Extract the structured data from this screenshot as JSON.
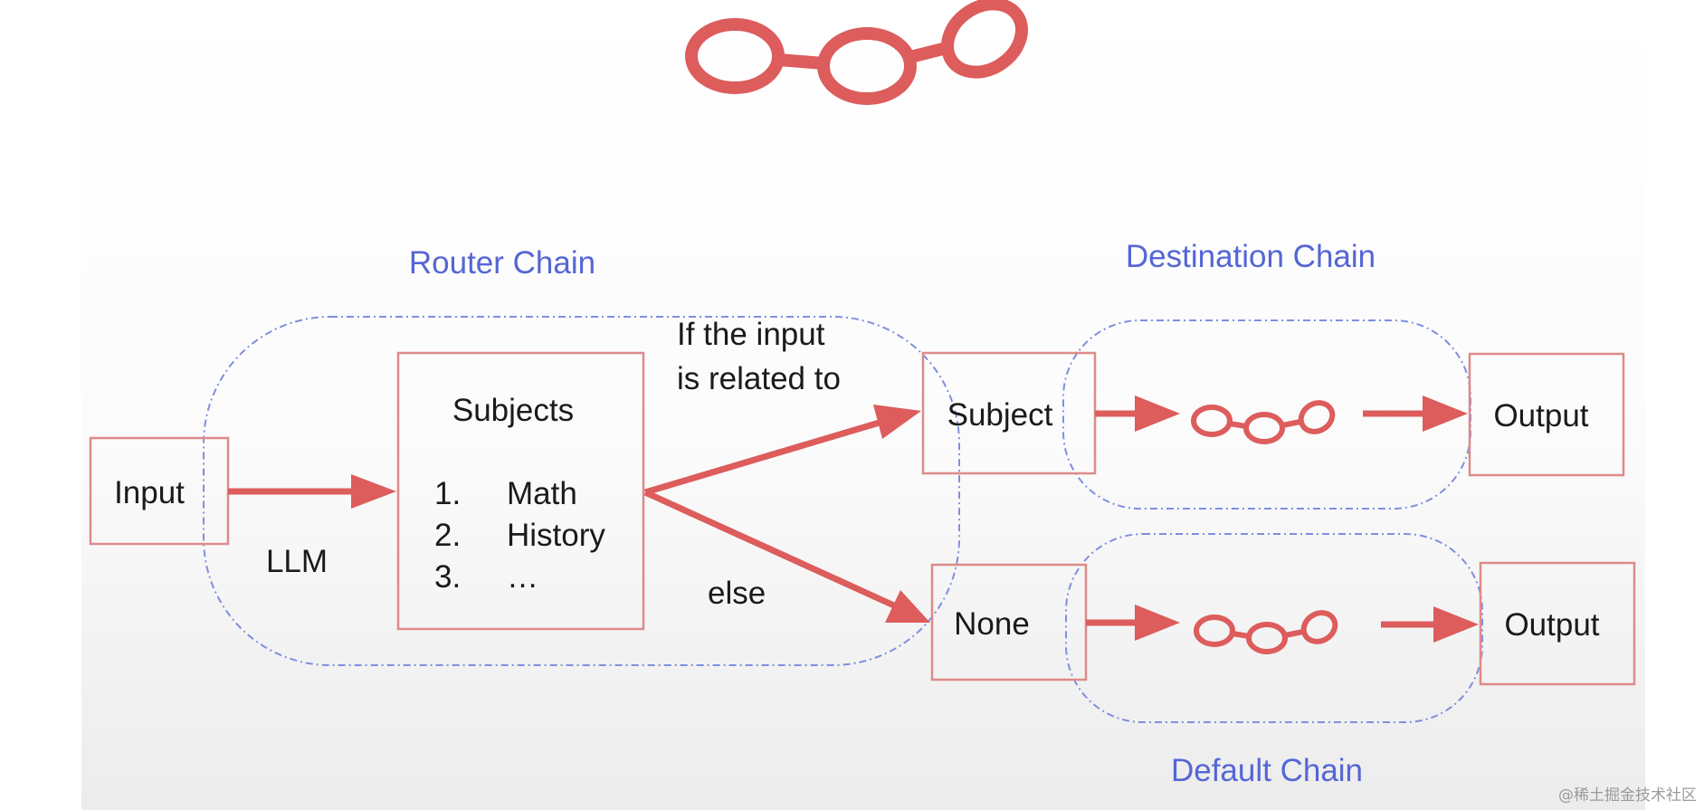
{
  "groups": {
    "router": "Router Chain",
    "destination": "Destination Chain",
    "default": "Default Chain"
  },
  "nodes": {
    "input": "Input",
    "llm": "LLM",
    "subjects_title": "Subjects",
    "subjects_items": [
      {
        "num": "1.",
        "text": "Math"
      },
      {
        "num": "2.",
        "text": "History"
      },
      {
        "num": "3.",
        "text": "…"
      }
    ],
    "subject": "Subject",
    "none": "None",
    "output_top": "Output",
    "output_bottom": "Output"
  },
  "edge_labels": {
    "if_line1": "If the input",
    "if_line2": "is related to",
    "else": "else"
  },
  "watermark": "@稀土掘金技术社区",
  "colors": {
    "accent_red": "#dd5c5c",
    "box_border": "#de8a8a",
    "region_border": "#7f8fe0",
    "group_title": "#5566d6"
  },
  "icons": [
    "chain-link-icon"
  ]
}
